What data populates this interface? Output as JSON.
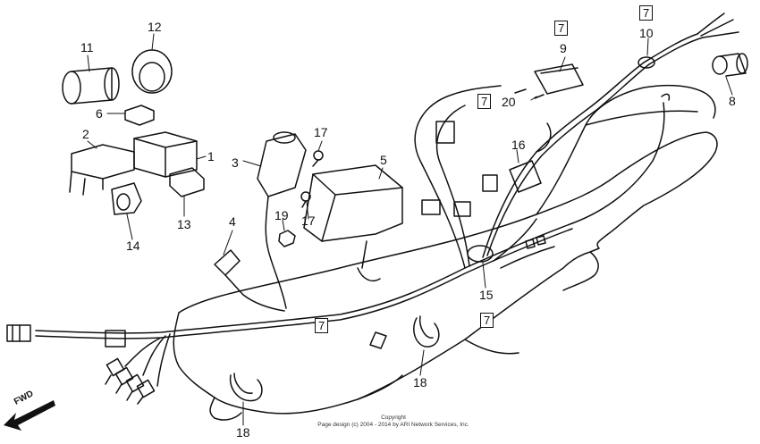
{
  "diagram": {
    "callouts": [
      "1",
      "2",
      "3",
      "4",
      "5",
      "6",
      "8",
      "9",
      "10",
      "11",
      "12",
      "13",
      "14",
      "15",
      "16",
      "17",
      "18",
      "19",
      "20"
    ],
    "callouts_boxed": [
      "7"
    ],
    "fwd_label": "FWD",
    "copyright_line1": "Copyright",
    "copyright_line2": "Page design (c) 2004 - 2014 by ARI Network Services, Inc."
  },
  "labels": {
    "n1": "1",
    "n2": "2",
    "n3": "3",
    "n4": "4",
    "n5": "5",
    "n6": "6",
    "n8": "8",
    "n9": "9",
    "n10": "10",
    "n11": "11",
    "n12": "12",
    "n13": "13",
    "n14": "14",
    "n15": "15",
    "n16": "16",
    "n17a": "17",
    "n17b": "17",
    "n18a": "18",
    "n18b": "18",
    "n19": "19",
    "n20": "20",
    "b7a": "7",
    "b7b": "7",
    "b7c": "7",
    "b7d": "7",
    "b7e": "7"
  },
  "colors": {
    "ink": "#111111",
    "paper": "#ffffff"
  }
}
